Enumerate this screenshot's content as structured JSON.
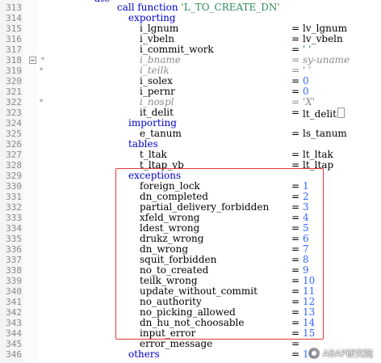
{
  "top_fragment": "ate",
  "lines": [
    {
      "no": "313",
      "indent": 0,
      "parts": [
        {
          "t": "call function ",
          "c": "kw"
        },
        {
          "t": "'L_TO_CREATE_DN'",
          "c": "str"
        }
      ]
    },
    {
      "no": "314",
      "indent": 1,
      "parts": [
        {
          "t": "exporting",
          "c": "kw"
        }
      ]
    },
    {
      "no": "315",
      "indent": 2,
      "parts": [
        {
          "t": "i_lgnum",
          "c": ""
        }
      ],
      "eq": "=",
      "rhs": "lv_lgnum",
      "rhs_c": ""
    },
    {
      "no": "316",
      "indent": 2,
      "parts": [
        {
          "t": "i_vbeln",
          "c": ""
        }
      ],
      "eq": "=",
      "rhs": "lv_vbeln",
      "rhs_c": ""
    },
    {
      "no": "317",
      "indent": 2,
      "parts": [
        {
          "t": "i_commit_work",
          "c": ""
        }
      ],
      "eq": "=",
      "rhs": "' '",
      "rhs_c": "str"
    },
    {
      "no": "318",
      "mark": "*",
      "fold": true,
      "indent": 2,
      "comment": true,
      "parts": [
        {
          "t": "i_bname",
          "c": "cmt"
        }
      ],
      "eq": "=",
      "rhs": "sy-uname",
      "rhs_c": "cmt"
    },
    {
      "no": "319",
      "mark": "*",
      "indent": 2,
      "comment": true,
      "parts": [
        {
          "t": "i_teilk",
          "c": "cmt"
        }
      ],
      "eq": "=",
      "rhs": "' '",
      "rhs_c": "cmt"
    },
    {
      "no": "320",
      "indent": 2,
      "parts": [
        {
          "t": "i_solex",
          "c": ""
        }
      ],
      "eq": "=",
      "rhs": "0",
      "rhs_c": "num"
    },
    {
      "no": "321",
      "indent": 2,
      "parts": [
        {
          "t": "i_pernr",
          "c": ""
        }
      ],
      "eq": "=",
      "rhs": "0",
      "rhs_c": "num"
    },
    {
      "no": "322",
      "mark": "*",
      "indent": 2,
      "comment": true,
      "parts": [
        {
          "t": "i_nospl",
          "c": "cmt"
        }
      ],
      "eq": "=",
      "rhs": "'X'",
      "rhs_c": "cmt"
    },
    {
      "no": "323",
      "indent": 2,
      "parts": [
        {
          "t": "it_delit",
          "c": ""
        }
      ],
      "eq": "=",
      "rhs": "lt_delit",
      "rhs_c": "",
      "cursor": true
    },
    {
      "no": "324",
      "indent": 1,
      "parts": [
        {
          "t": "importing",
          "c": "kw"
        }
      ]
    },
    {
      "no": "325",
      "indent": 2,
      "parts": [
        {
          "t": "e_tanum",
          "c": ""
        }
      ],
      "eq": "=",
      "rhs": "ls_tanum",
      "rhs_c": ""
    },
    {
      "no": "326",
      "indent": 1,
      "parts": [
        {
          "t": "tables",
          "c": "kw"
        }
      ]
    },
    {
      "no": "327",
      "indent": 2,
      "parts": [
        {
          "t": "t_ltak",
          "c": ""
        }
      ],
      "eq": "=",
      "rhs": "lt_ltak",
      "rhs_c": ""
    },
    {
      "no": "328",
      "indent": 2,
      "parts": [
        {
          "t": "t_ltap_vb",
          "c": ""
        }
      ],
      "eq": "=",
      "rhs": "lt_ltap",
      "rhs_c": ""
    },
    {
      "no": "329",
      "indent": 1,
      "parts": [
        {
          "t": "exceptions",
          "c": "kw"
        }
      ]
    },
    {
      "no": "330",
      "indent": 2,
      "parts": [
        {
          "t": "foreign_lock",
          "c": ""
        }
      ],
      "eq": "=",
      "rhs": "1",
      "rhs_c": "num"
    },
    {
      "no": "331",
      "indent": 2,
      "parts": [
        {
          "t": "dn_completed",
          "c": ""
        }
      ],
      "eq": "=",
      "rhs": "2",
      "rhs_c": "num"
    },
    {
      "no": "332",
      "indent": 2,
      "parts": [
        {
          "t": "partial_delivery_forbidden",
          "c": ""
        }
      ],
      "eq": "=",
      "rhs": "3",
      "rhs_c": "num"
    },
    {
      "no": "333",
      "indent": 2,
      "parts": [
        {
          "t": "xfeld_wrong",
          "c": ""
        }
      ],
      "eq": "=",
      "rhs": "4",
      "rhs_c": "num"
    },
    {
      "no": "334",
      "indent": 2,
      "parts": [
        {
          "t": "ldest_wrong",
          "c": ""
        }
      ],
      "eq": "=",
      "rhs": "5",
      "rhs_c": "num"
    },
    {
      "no": "335",
      "indent": 2,
      "parts": [
        {
          "t": "drukz_wrong",
          "c": ""
        }
      ],
      "eq": "=",
      "rhs": "6",
      "rhs_c": "num"
    },
    {
      "no": "336",
      "indent": 2,
      "parts": [
        {
          "t": "dn_wrong",
          "c": ""
        }
      ],
      "eq": "=",
      "rhs": "7",
      "rhs_c": "num"
    },
    {
      "no": "337",
      "indent": 2,
      "parts": [
        {
          "t": "squit_forbidden",
          "c": ""
        }
      ],
      "eq": "=",
      "rhs": "8",
      "rhs_c": "num"
    },
    {
      "no": "338",
      "indent": 2,
      "parts": [
        {
          "t": "no_to_created",
          "c": ""
        }
      ],
      "eq": "=",
      "rhs": "9",
      "rhs_c": "num"
    },
    {
      "no": "339",
      "indent": 2,
      "parts": [
        {
          "t": "teilk_wrong",
          "c": ""
        }
      ],
      "eq": "=",
      "rhs": "10",
      "rhs_c": "num"
    },
    {
      "no": "340",
      "indent": 2,
      "parts": [
        {
          "t": "update_without_commit",
          "c": ""
        }
      ],
      "eq": "=",
      "rhs": "11",
      "rhs_c": "num"
    },
    {
      "no": "341",
      "indent": 2,
      "parts": [
        {
          "t": "no_authority",
          "c": ""
        }
      ],
      "eq": "=",
      "rhs": "12",
      "rhs_c": "num"
    },
    {
      "no": "342",
      "indent": 2,
      "parts": [
        {
          "t": "no_picking_allowed",
          "c": ""
        }
      ],
      "eq": "=",
      "rhs": "13",
      "rhs_c": "num"
    },
    {
      "no": "343",
      "indent": 2,
      "parts": [
        {
          "t": "dn_hu_not_choosable",
          "c": ""
        }
      ],
      "eq": "=",
      "rhs": "14",
      "rhs_c": "num"
    },
    {
      "no": "344",
      "indent": 2,
      "parts": [
        {
          "t": "input_error",
          "c": ""
        }
      ],
      "eq": "=",
      "rhs": "15",
      "rhs_c": "num"
    },
    {
      "no": "345",
      "indent": 2,
      "parts": [
        {
          "t": "error_message",
          "c": ""
        }
      ],
      "eq": "=",
      "rhs": "",
      "rhs_c": ""
    },
    {
      "no": "346",
      "indent": 1,
      "parts": [
        {
          "t": "others",
          "c": "kw"
        }
      ],
      "eq": "=",
      "rhs": "16.",
      "rhs_c": "num"
    }
  ],
  "watermark": "ABAP研究院",
  "colors": {
    "keyword": "#0000cc",
    "string": "#2e8b57",
    "number": "#3366ff",
    "comment": "#8c8c8c",
    "highlight": "#e53935"
  }
}
